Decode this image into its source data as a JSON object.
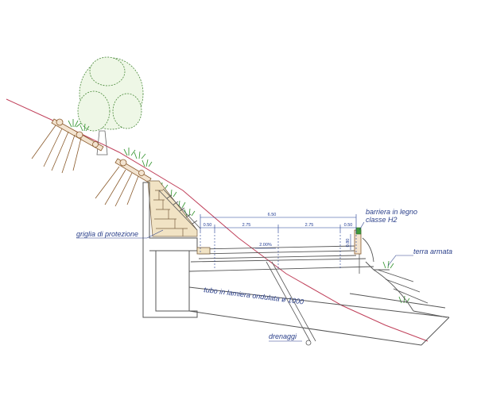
{
  "labels": {
    "barrier_line1": "barriera in legno",
    "barrier_line2": "classe H2",
    "reinforced_soil": "terra armata",
    "protection_grid": "griglia di protezione",
    "pipe": "tubo in lamiera ondulata ø 1000",
    "drainage": "drenaggi"
  },
  "dimensions": {
    "total_width": "6.50",
    "left_margin": "0.50",
    "lane_left": "2.75",
    "lane_right": "2.75",
    "right_margin": "0.50",
    "slope": "2.00%",
    "barrier_height": "0.80"
  },
  "colors": {
    "linework": "#555555",
    "terrain_line": "#c0405a",
    "annotation": "#2a3f8a",
    "dimension": "#1f3a93",
    "vegetation": "#3f9a3a",
    "wood": "#8a5a2b"
  }
}
